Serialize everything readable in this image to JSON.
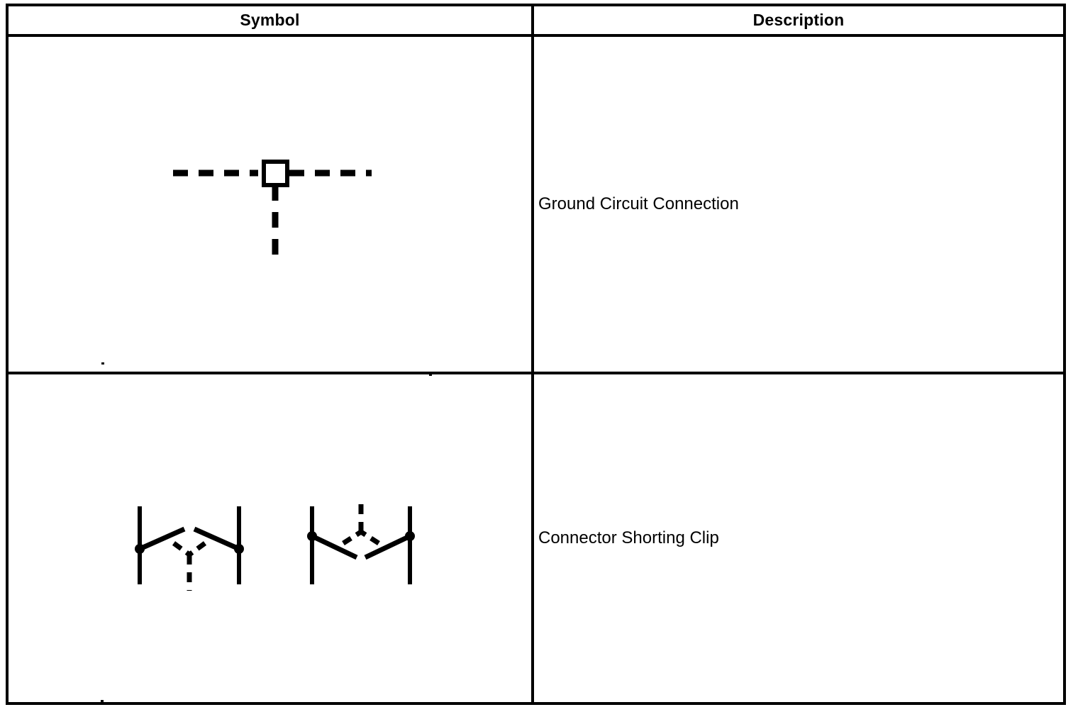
{
  "document": {
    "type": "symbol-legend-table",
    "background_color": "#ffffff",
    "ink_color": "#000000"
  },
  "table": {
    "columns": [
      {
        "key": "symbol",
        "header": "Symbol"
      },
      {
        "key": "description",
        "header": "Description"
      }
    ],
    "rows": [
      {
        "symbol_name": "ground-circuit-connection-symbol",
        "description": "Ground Circuit Connection",
        "symbol_parts": [
          "dashed-horizontal-wire-left",
          "square-terminal-box",
          "dashed-horizontal-wire-right",
          "dashed-vertical-ground-lead"
        ]
      },
      {
        "symbol_name": "connector-shorting-clip-symbol",
        "description": "Connector Shorting Clip",
        "symbol_parts": [
          "clip-variant-left-apex-up",
          "clip-variant-right-apex-down",
          "connector-terminal-bars",
          "connection-dots",
          "dashed-shorting-bridge"
        ]
      }
    ]
  }
}
